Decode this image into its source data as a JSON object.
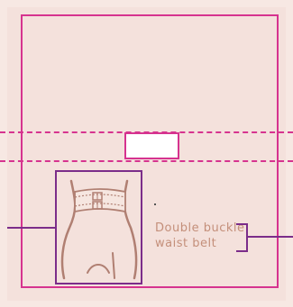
{
  "diagram": {
    "callout": {
      "line1": "Double buckle",
      "line2": "waist belt"
    },
    "illustration_icon": "waist-belt-torso-illustration",
    "colors": {
      "frame": "#d6338f",
      "callout_box": "#7b2d8a",
      "label_text": "#c48f7a",
      "illustration": "#b07f72",
      "background": "#f4e1dc"
    }
  }
}
